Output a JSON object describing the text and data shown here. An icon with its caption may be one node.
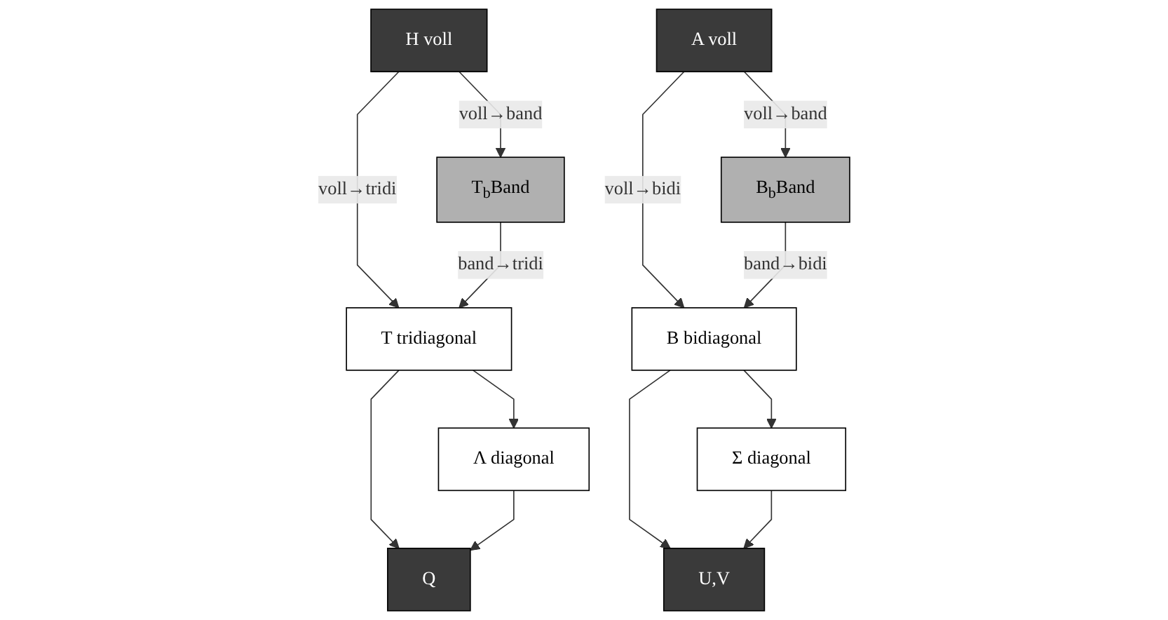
{
  "diagram": {
    "nodes": [
      {
        "text": [
          "H voll"
        ]
      },
      {
        "text": [
          "T$_{b}$Band"
        ]
      },
      {
        "text": [
          "T tridiagonal"
        ]
      },
      {
        "text": [
          "Q"
        ]
      },
      {
        "text": [
          "Λ diagonal"
        ]
      },
      {
        "text": [
          "A voll"
        ]
      },
      {
        "text": [
          "B$_{b}$Band"
        ]
      },
      {
        "text": [
          "B bidiagonal"
        ]
      },
      {
        "text": [
          "U,V"
        ]
      },
      {
        "text": [
          "Σ diagonal"
        ]
      }
    ],
    "edges": [
      {
        "from": 0,
        "to": 1,
        "arrow": "to",
        "label": "voll→band"
      },
      {
        "from": 0,
        "to": 2,
        "arrow": "to",
        "label": "voll→tridi"
      },
      {
        "from": 1,
        "to": 2,
        "arrow": "to",
        "label": "band→tridi"
      },
      {
        "from": 2,
        "to": 3,
        "arrow": "to"
      },
      {
        "from": 2,
        "to": 4,
        "arrow": "to"
      },
      {
        "from": 4,
        "to": 3,
        "arrow": "to"
      },
      {
        "from": 5,
        "to": 6,
        "arrow": "to",
        "label": "voll→band"
      },
      {
        "from": 5,
        "to": 7,
        "arrow": "to",
        "label": "voll→bidi"
      },
      {
        "from": 6,
        "to": 7,
        "arrow": "to",
        "label": "band→bidi"
      },
      {
        "from": 7,
        "to": 8,
        "arrow": "to"
      },
      {
        "from": 7,
        "to": 9,
        "arrow": "to"
      },
      {
        "from": 9,
        "to": 8,
        "arrow": "to"
      }
    ]
  }
}
